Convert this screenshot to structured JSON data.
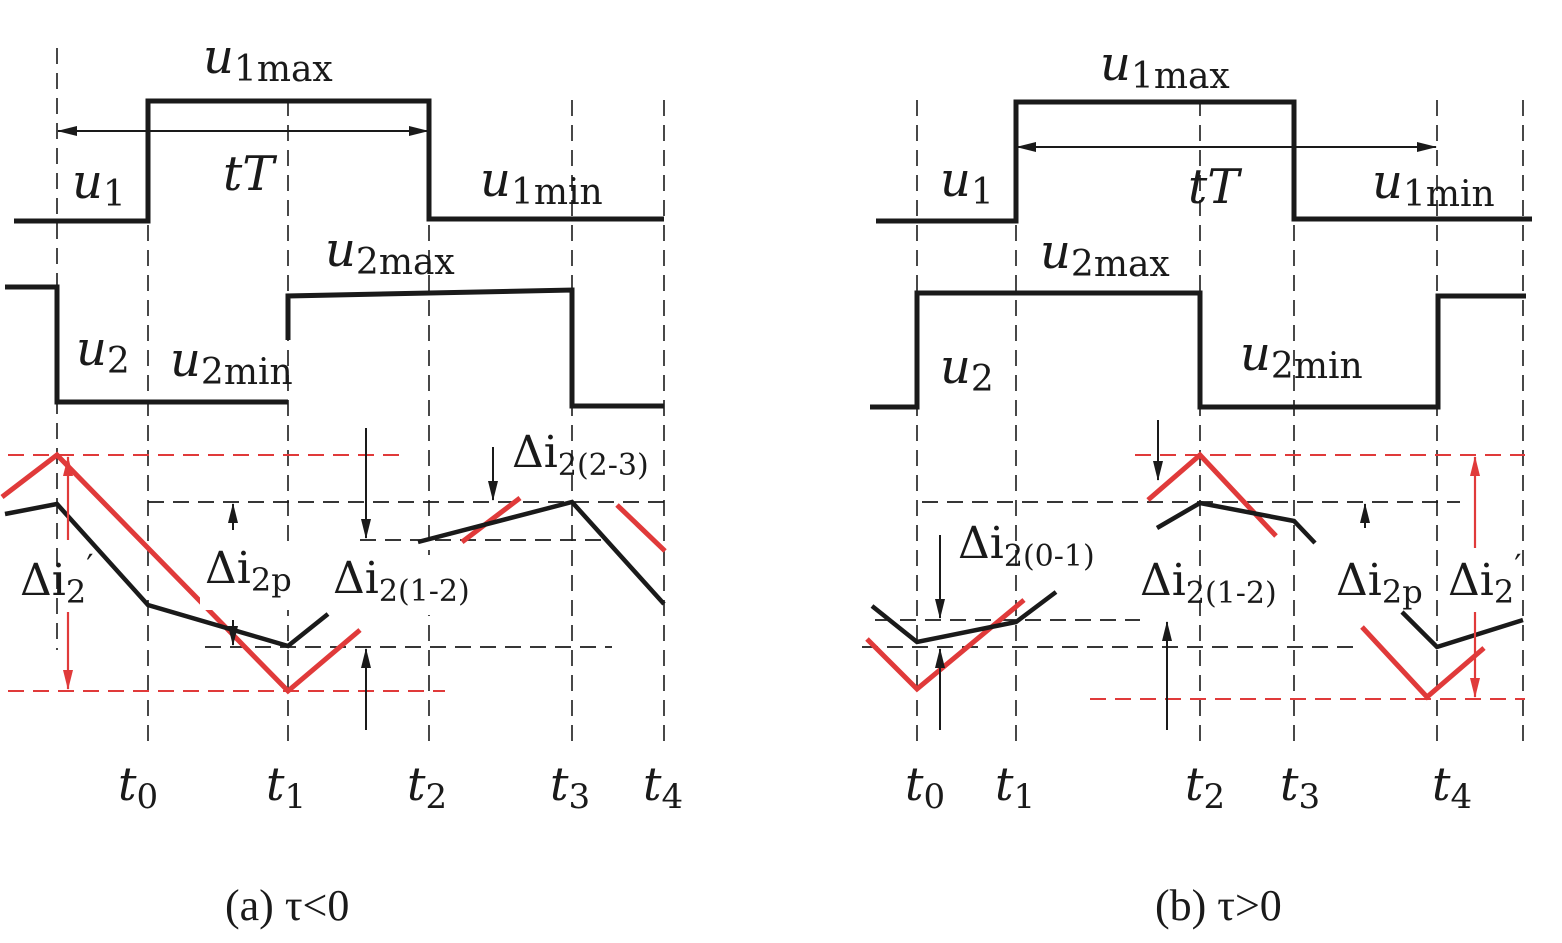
{
  "panel_a": {
    "caption": "(a) τ<0",
    "labels": {
      "u1": "u",
      "u1_sub": "1",
      "u1max": "u",
      "u1max_sub": "1max",
      "u1min": "u",
      "u1min_sub": "1min",
      "u2": "u",
      "u2_sub": "2",
      "u2max": "u",
      "u2max_sub": "2max",
      "u2min": "u",
      "u2min_sub": "2min",
      "tT": "tT",
      "di2p": "Δi",
      "di2p_sub": "2p",
      "di2_12": "Δi",
      "di2_12_sub": "2(1-2)",
      "di2_23": "Δi",
      "di2_23_sub": "2(2-3)",
      "di2prime": "Δi",
      "di2prime_sub": "2",
      "di2prime_sup": "′"
    },
    "times": [
      {
        "t": "t",
        "sub": "0"
      },
      {
        "t": "t",
        "sub": "1"
      },
      {
        "t": "t",
        "sub": "2"
      },
      {
        "t": "t",
        "sub": "3"
      },
      {
        "t": "t",
        "sub": "4"
      }
    ]
  },
  "panel_b": {
    "caption": "(b) τ>0",
    "labels": {
      "u1": "u",
      "u1_sub": "1",
      "u1max": "u",
      "u1max_sub": "1max",
      "u1min": "u",
      "u1min_sub": "1min",
      "u2": "u",
      "u2_sub": "2",
      "u2max": "u",
      "u2max_sub": "2max",
      "u2min": "u",
      "u2min_sub": "2min",
      "tT": "tT",
      "di2_01": "Δi",
      "di2_01_sub": "2(0-1)",
      "di2_12": "Δi",
      "di2_12_sub": "2(1-2)",
      "di2p": "Δi",
      "di2p_sub": "2p",
      "di2prime": "Δi",
      "di2prime_sub": "2",
      "di2prime_sup": "′"
    },
    "times": [
      {
        "t": "t",
        "sub": "0"
      },
      {
        "t": "t",
        "sub": "1"
      },
      {
        "t": "t",
        "sub": "2"
      },
      {
        "t": "t",
        "sub": "3"
      },
      {
        "t": "t",
        "sub": "4"
      }
    ]
  },
  "colors": {
    "black": "#1a1a1a",
    "red": "#e03a3a"
  }
}
